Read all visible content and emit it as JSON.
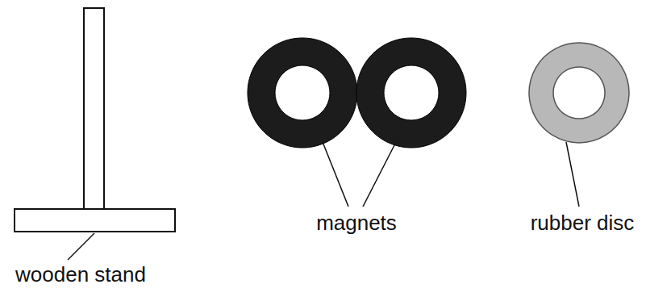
{
  "diagram": {
    "labels": [
      "wooden stand",
      "magnets",
      "rubber disc"
    ]
  }
}
